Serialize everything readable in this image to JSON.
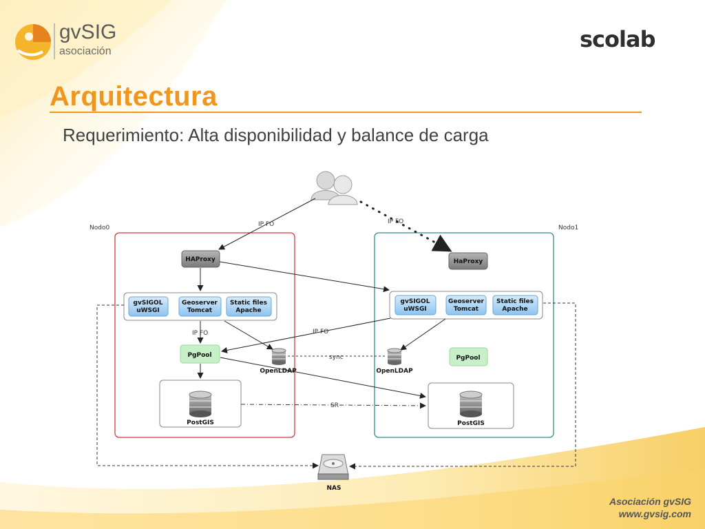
{
  "header": {
    "logo_left_main": "gvSIG",
    "logo_left_sub": "asociación",
    "logo_right": "scolab"
  },
  "slide": {
    "title": "Arquitectura",
    "subtitle": "Requerimiento: Alta disponibilidad y balance de carga"
  },
  "diagram": {
    "node0_label": "Nodo0",
    "node1_label": "Nodo1",
    "haproxy_left": "HAProxy",
    "haproxy_right": "HaProxy",
    "app_gvsigol_line1": "gvSIGOL",
    "app_gvsigol_line2": "uWSGI",
    "app_geoserver_line1": "Geoserver",
    "app_geoserver_line2": "Tomcat",
    "app_static_line1": "Static files",
    "app_static_line2": "Apache",
    "pgpool": "PgPool",
    "openldap": "OpenLDAP",
    "postgis": "PostGIS",
    "nas": "NAS",
    "edge_ipfo": "IP FO",
    "edge_sync": "sync",
    "edge_sr": "SR"
  },
  "footer": {
    "line1": "Asociación gvSIG",
    "line2": "www.gvsig.com"
  },
  "colors": {
    "accent_orange": "#f0961e",
    "node0_border": "#d23a3a",
    "node1_border": "#2f8f8a",
    "service_blue": "#a9d4f5",
    "pgpool_green": "#c8f0c8"
  }
}
